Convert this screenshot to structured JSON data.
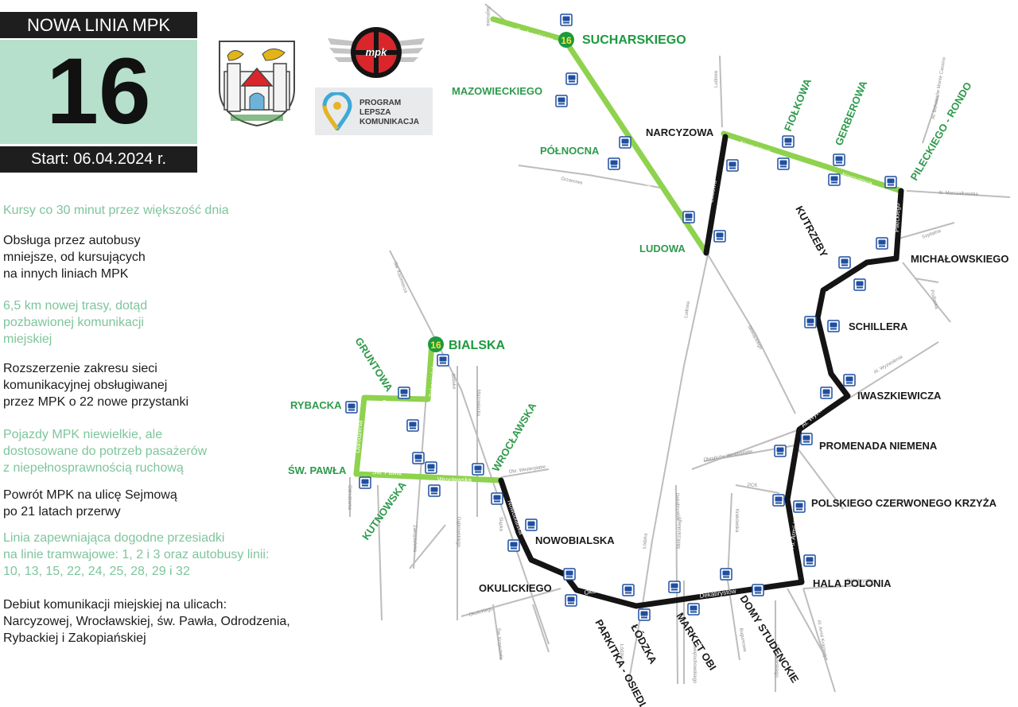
{
  "header": {
    "title": "NOWA LINIA MPK",
    "line_number": "16",
    "start": "Start: 06.04.2024 r."
  },
  "logos": {
    "program_text": [
      "PROGRAM",
      "LEPSZA",
      "KOMUNIKACJA"
    ],
    "mpk_text": "mpk"
  },
  "colors": {
    "new_route": "#8fd24e",
    "old_route": "#141414",
    "new_stop_label": "#2e9a4c",
    "old_stop_label": "#1a1a1a",
    "streets": "#b3b3b3",
    "stop_icon": "#1f4fa0"
  },
  "info_items": [
    {
      "text": [
        "Kursy co 30 minut przez większość dnia"
      ],
      "style": "green"
    },
    {
      "text": [
        "Obsługa przez autobusy",
        "mniejsze, od kursujących",
        "na innych liniach MPK"
      ],
      "style": "dark"
    },
    {
      "text": [
        "6,5 km nowej trasy, dotąd",
        "pozbawionej komunikacji",
        "miejskiej"
      ],
      "style": "green"
    },
    {
      "text": [
        "Rozszerzenie zakresu sieci",
        "komunikacyjnej obsługiwanej",
        "przez MPK o 22 nowe przystanki"
      ],
      "style": "dark"
    },
    {
      "text": [
        "Pojazdy MPK niewielkie, ale",
        "dostosowane do potrzeb pasażerów",
        "z niepełnosprawnością ruchową"
      ],
      "style": "green"
    },
    {
      "text": [
        "Powrót MPK na ulicę Sejmową",
        "po 21 latach przerwy"
      ],
      "style": "dark"
    },
    {
      "text": [
        "Linia zapewniająca dogodne przesiadki",
        "na linie tramwajowe: 1, 2 i 3 oraz autobusy linii:",
        "10, 13, 15, 22, 24, 25, 28, 29 i 32"
      ],
      "style": "green"
    },
    {
      "text": [
        "Debiut komunikacji miejskiej na ulicach:",
        "Narcyzowej, Wrocławskiej, św. Pawła, Odrodzenia,",
        "Rybackiej i Zakopiańskiej"
      ],
      "style": "dark"
    }
  ],
  "termini": [
    {
      "name": "SUCHARSKIEGO",
      "badge": "16"
    },
    {
      "name": "BIALSKA",
      "badge": "16"
    }
  ],
  "new_stops": [
    "MAZOWIECKIEGO",
    "PÓŁNOCNA",
    "LUDOWA",
    "FIOŁKOWA",
    "GERBEROWA",
    "PILECKIEGO - RONDO",
    "GRUNTOWA",
    "RYBACKA",
    "ŚW. PAWŁA",
    "KUTNOWSKA",
    "WROCŁAWSKA"
  ],
  "existing_stops": [
    "NARCYZOWA",
    "KUTRZEBY",
    "MICHAŁOWSKIEGO",
    "SCHILLERA",
    "IWASZKIEWICZA",
    "PROMENADA NIEMENA",
    "POLSKIEGO CZERWONEGO KRZYŻA",
    "HALA POLONIA",
    "NOWOBIALSKA",
    "OKULICKIEGO",
    "ŁÓDZKA",
    "PARKITKA - OSIEDLE",
    "MARKET OBI",
    "DOMY STUDENCKIE"
  ],
  "route_streets": [
    "Sucharskiego",
    "Sejmowa",
    "Sejmowa",
    "Ludowa",
    "Narcyzowa",
    "Narcyzowa",
    "Pileckiego",
    "Michałowskiego",
    "Al. Wyzwolenia",
    "Al. Armii Krajowej",
    "Dekabrystów",
    "Okulickiego",
    "Nowobialska",
    "Wrocławska",
    "Św. Pawła",
    "Odrodzenia",
    "Rybacka",
    "Zakopiańska"
  ],
  "other_streets": [
    "Sejmowa",
    "Grzanowa",
    "Ludowa",
    "Al. Bohaterów Monte Cassino",
    "Al. Marszałkowska",
    "Szpitalna",
    "Podlaska",
    "Al. Wyzwolenia",
    "Obrońców Westerplatte",
    "PCK",
    "Łódzka",
    "Ludowa",
    "Słowackiego",
    "Okulickiego",
    "Krakowska",
    "Dekabrystów",
    "Dekabrystów",
    "Świętochowskiego",
    "Bugumowa",
    "Al. Armii Krajowej",
    "Obr. Westerplatte",
    "Mielczarskiego",
    "Zakopiańska",
    "Bialska",
    "Mazowiecka",
    "Śląska",
    "Św. Krzysztofa",
    "Odrodzenia",
    "Sw. Kazimierza",
    "Dąbrowskiego",
    "Łódzka",
    "Strzyżewskiego"
  ]
}
